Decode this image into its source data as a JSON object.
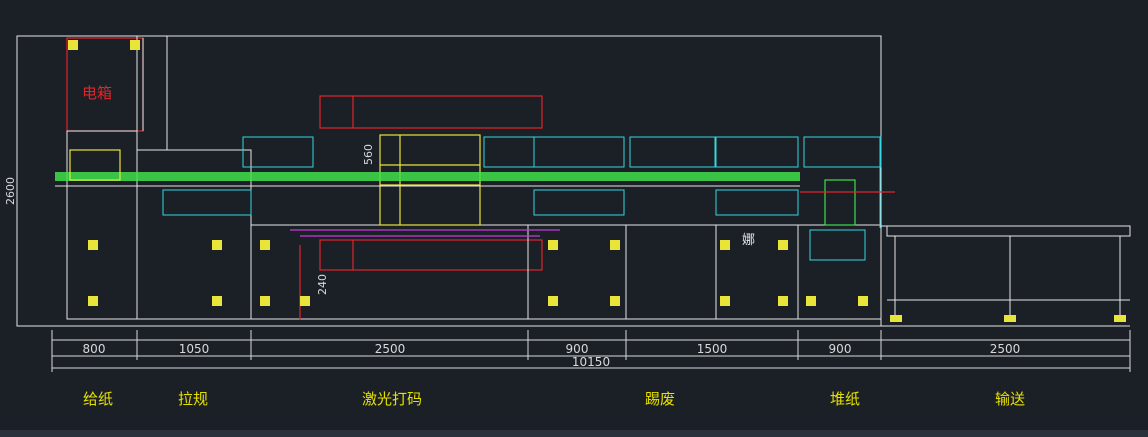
{
  "labels": {
    "electric_box": "电箱",
    "total_height": "2600",
    "laser_height": "560",
    "lower_height": "240",
    "annotation_mark": "娜"
  },
  "dimensions": {
    "segments": [
      "800",
      "1050",
      "2500",
      "900",
      "1500",
      "900",
      "2500"
    ],
    "total": "10150"
  },
  "sections": [
    "给纸",
    "拉规",
    "激光打码",
    "踢废",
    "堆纸",
    "输送"
  ],
  "colors": {
    "background": "#1b1f26",
    "outline": "#e6e6e6",
    "red": "#e0262a",
    "yellow": "#e8e43a",
    "green": "#3fe04a",
    "cyan": "#35d7e0",
    "magenta": "#c43ad6",
    "dimension": "#d9d9d9",
    "section_label": "#e6e000"
  }
}
